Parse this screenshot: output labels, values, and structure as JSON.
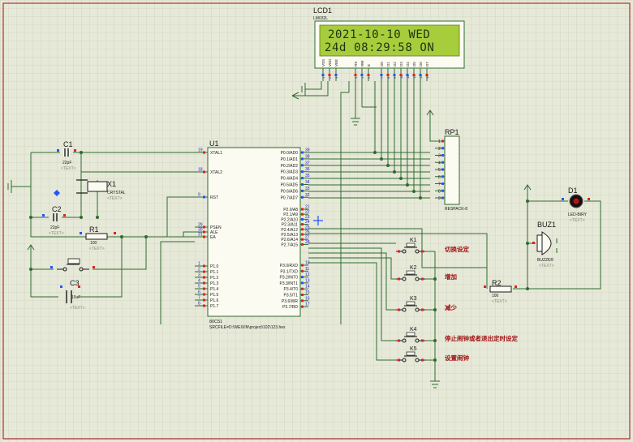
{
  "colors": {
    "sheet": "#e6e8d8",
    "grid": "#c9ccb6",
    "border": "#a01010",
    "wire": "#2e6b2e",
    "body": "#fbfbf2",
    "pin": "#2020d0",
    "redText": "#a01010",
    "lcdScreen": "#a8cd3c",
    "lcdText": "#1d3312",
    "blueDot": "#2255ff",
    "redDot": "#e02020"
  },
  "lcd": {
    "ref": "LCD1",
    "part": "LM032L",
    "line1": "2021-10-10 WED",
    "line2": "24d 08:29:58 ON",
    "pins": [
      "VSS",
      "VDD",
      "VEE",
      "RS",
      "RW",
      "E",
      "D0",
      "D1",
      "D2",
      "D3",
      "D4",
      "D5",
      "D6",
      "D7"
    ],
    "pinNums": [
      "1",
      "2",
      "3",
      "4",
      "5",
      "6",
      "7",
      "8",
      "9",
      "10",
      "11",
      "12",
      "13",
      "14"
    ]
  },
  "mcu": {
    "ref": "U1",
    "part": "80C51",
    "srcfile": "SRCFILE=D:\\WEIXIN\\project\\102\\123.hex",
    "leftPins": [
      {
        "num": "19",
        "name": "XTAL1"
      },
      {
        "num": "18",
        "name": "XTAL2"
      },
      {
        "num": "9",
        "name": "RST"
      },
      {
        "num": "29",
        "name": "PSEN"
      },
      {
        "num": "30",
        "name": "ALE"
      },
      {
        "num": "31",
        "name": "EA"
      },
      {
        "num": "1",
        "name": "P1.0"
      },
      {
        "num": "2",
        "name": "P1.1"
      },
      {
        "num": "3",
        "name": "P1.2"
      },
      {
        "num": "4",
        "name": "P1.3"
      },
      {
        "num": "5",
        "name": "P1.4"
      },
      {
        "num": "6",
        "name": "P1.5"
      },
      {
        "num": "7",
        "name": "P1.6"
      },
      {
        "num": "8",
        "name": "P1.7"
      }
    ],
    "p0Pins": [
      {
        "num": "39",
        "name": "P0.0/AD0"
      },
      {
        "num": "38",
        "name": "P0.1/AD1"
      },
      {
        "num": "37",
        "name": "P0.2/AD2"
      },
      {
        "num": "36",
        "name": "P0.3/AD3"
      },
      {
        "num": "35",
        "name": "P0.4/AD4"
      },
      {
        "num": "34",
        "name": "P0.5/AD5"
      },
      {
        "num": "33",
        "name": "P0.6/AD6"
      },
      {
        "num": "32",
        "name": "P0.7/AD7"
      }
    ],
    "p2Pins": [
      {
        "num": "21",
        "name": "P2.0/A8"
      },
      {
        "num": "22",
        "name": "P2.1/A9"
      },
      {
        "num": "23",
        "name": "P2.2/A10"
      },
      {
        "num": "24",
        "name": "P2.3/A11"
      },
      {
        "num": "25",
        "name": "P2.4/A12"
      },
      {
        "num": "26",
        "name": "P2.5/A13"
      },
      {
        "num": "27",
        "name": "P2.6/A14"
      },
      {
        "num": "28",
        "name": "P2.7/A15"
      }
    ],
    "p3Pins": [
      {
        "num": "10",
        "name": "P3.0/RXD"
      },
      {
        "num": "11",
        "name": "P3.1/TXD"
      },
      {
        "num": "12",
        "name": "P3.2/INT0"
      },
      {
        "num": "13",
        "name": "P3.3/INT1"
      },
      {
        "num": "14",
        "name": "P3.4/T0"
      },
      {
        "num": "15",
        "name": "P3.5/T1"
      },
      {
        "num": "16",
        "name": "P3.6/WR"
      },
      {
        "num": "17",
        "name": "P3.7/RD"
      }
    ]
  },
  "components": {
    "c1": {
      "ref": "C1",
      "value": "22pF",
      "text": "<TEXT>"
    },
    "c2": {
      "ref": "C2",
      "value": "22pF",
      "text": "<TEXT>"
    },
    "c3": {
      "ref": "C3",
      "value": "10uF",
      "text": "<TEXT>"
    },
    "x1": {
      "ref": "X1",
      "value": "CRYSTAL",
      "text": "<TEXT>"
    },
    "r1": {
      "ref": "R1",
      "value": "100",
      "text": "<TEXT>"
    },
    "r2": {
      "ref": "R2",
      "value": "100",
      "text": "<TEXT>"
    },
    "rp1": {
      "ref": "RP1",
      "value": "RESPACK-8",
      "pins": [
        "1",
        "2",
        "3",
        "4",
        "5",
        "6",
        "7",
        "8",
        "9"
      ]
    },
    "d1": {
      "ref": "D1",
      "value": "LED-BIRY",
      "text": "<TEXT>"
    },
    "buz1": {
      "ref": "BUZ1",
      "value": "BUZZER",
      "text": "<TEXT>"
    }
  },
  "keys": [
    {
      "ref": "K1",
      "label": "切换设定"
    },
    {
      "ref": "K2",
      "label": "增加"
    },
    {
      "ref": "K3",
      "label": "减少"
    },
    {
      "ref": "K4",
      "label": "停止闹钟或者退出定时设定"
    },
    {
      "ref": "K5",
      "label": "设置闹钟"
    }
  ]
}
